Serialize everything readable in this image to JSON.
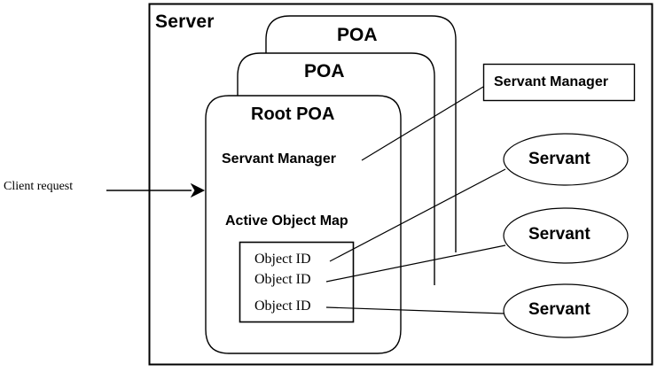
{
  "diagram": {
    "title_label": "Server",
    "client": {
      "request_label": "Client request",
      "arrow_icon": "arrow-right-icon"
    },
    "poa_stack": [
      {
        "label": "POA",
        "level": "back"
      },
      {
        "label": "POA",
        "level": "middle"
      },
      {
        "label": "Root POA",
        "level": "front"
      }
    ],
    "root_poa": {
      "servant_manager_label": "Servant Manager",
      "active_object_map_label": "Active Object Map",
      "object_ids": [
        {
          "label": "Object ID"
        },
        {
          "label": "Object ID"
        },
        {
          "label": "Object ID"
        }
      ]
    },
    "servant_manager_box": {
      "label": "Servant Manager"
    },
    "servants": [
      {
        "label": "Servant"
      },
      {
        "label": "Servant"
      },
      {
        "label": "Servant"
      }
    ],
    "colors": {
      "stroke": "#000000",
      "background": "#ffffff",
      "text": "#000000"
    }
  }
}
